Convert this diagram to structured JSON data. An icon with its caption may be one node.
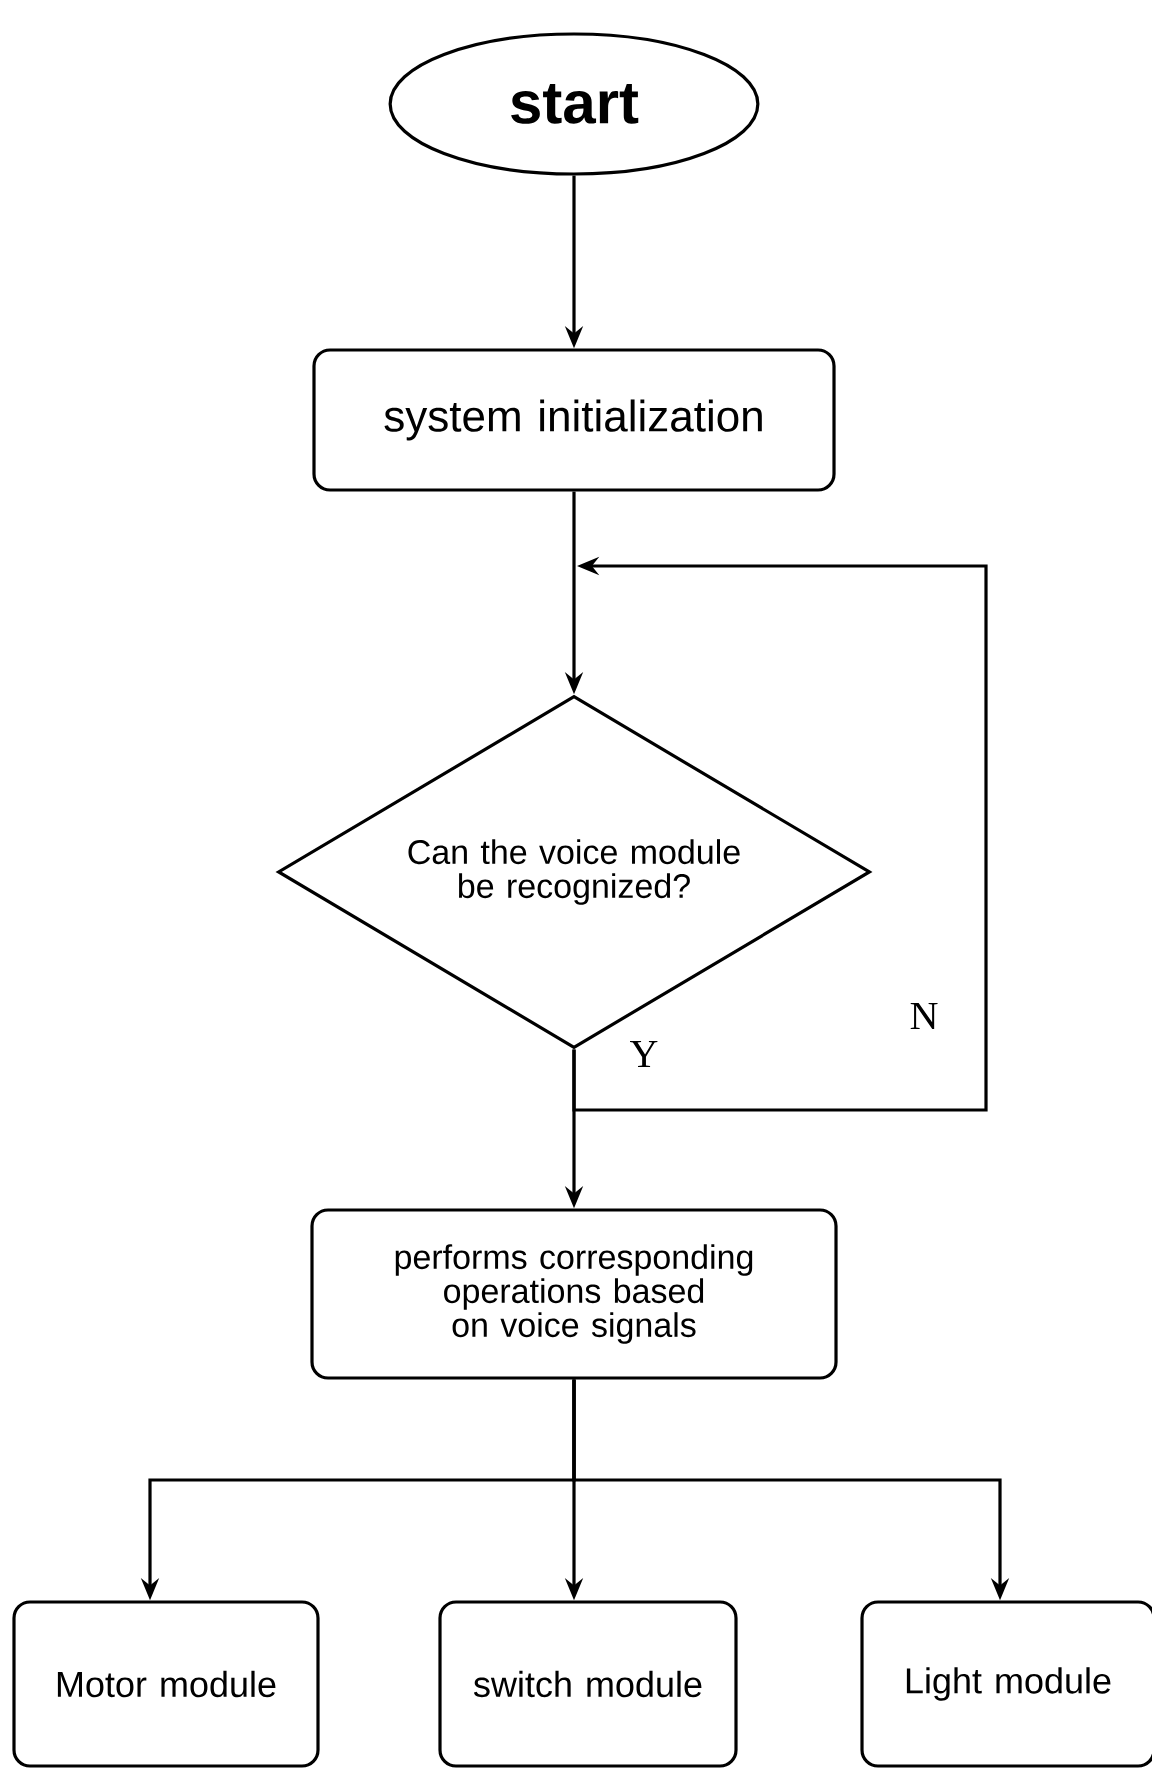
{
  "diagram": {
    "nodes": [
      {
        "text": [
          "start"
        ]
      },
      {
        "text": [
          "system initialization"
        ]
      },
      {
        "text": [
          "Can the voice module be recognized?"
        ]
      },
      {
        "text": [
          "performs corresponding operations based on voice signals"
        ]
      },
      {
        "text": [
          "Motor module"
        ]
      },
      {
        "text": [
          "switch module"
        ]
      },
      {
        "text": [
          "Light module"
        ]
      }
    ],
    "edges": [
      {
        "from": 0,
        "to": 1,
        "arrow": "to"
      },
      {
        "from": 1,
        "to": 2,
        "arrow": "to"
      },
      {
        "from": 2,
        "to": 3,
        "arrow": "to",
        "label": "Y"
      },
      {
        "from": 2,
        "to": null,
        "arrow": "to",
        "label": "N"
      },
      {
        "from": 3,
        "to": 4,
        "arrow": "to"
      },
      {
        "from": 3,
        "to": 5,
        "arrow": "to"
      },
      {
        "from": 3,
        "to": 6,
        "arrow": "to"
      }
    ]
  }
}
